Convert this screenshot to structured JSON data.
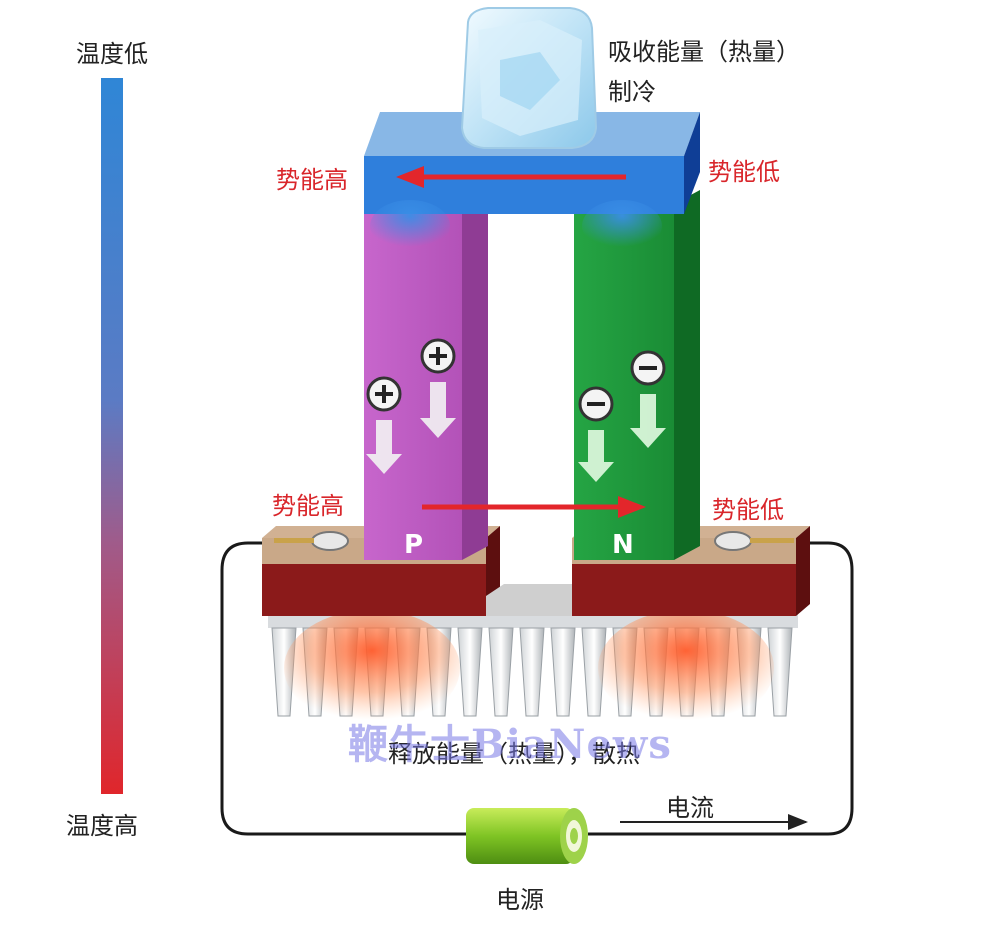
{
  "temperature_bar": {
    "low_label": "温度低",
    "high_label": "温度高",
    "color_low": "#2f86d6",
    "color_high": "#e0262b"
  },
  "top": {
    "absorb_label": "吸收能量（热量）",
    "cooling_label": "制冷",
    "potential_high_label": "势能高",
    "potential_low_label": "势能低"
  },
  "middle": {
    "potential_high_label": "势能高",
    "potential_low_label": "势能低",
    "p_label": "P",
    "n_label": "N"
  },
  "bottom": {
    "release_label": "释放能量（热量），散热",
    "watermark": "鞭牛士BiaNews",
    "current_label": "电流",
    "power_label": "电源"
  },
  "colors": {
    "p_leg": "#c45ec8",
    "n_leg": "#1f9a3a",
    "top_plate": "#2f7fdc",
    "bottom_plate": "#8b1a1a",
    "arrow_red": "#e3262b"
  },
  "icons": [
    "ice-cube-icon",
    "plus-charge-icon",
    "minus-charge-icon",
    "battery-icon"
  ]
}
